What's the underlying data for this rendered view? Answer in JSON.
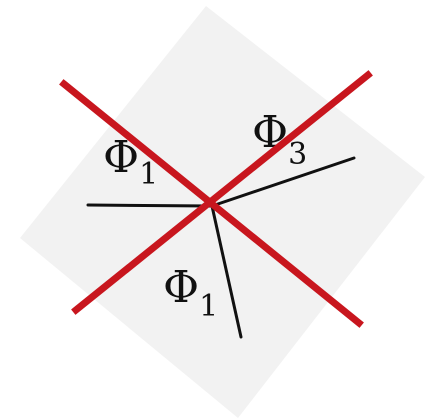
{
  "diagram": {
    "labels": [
      {
        "symbol": "Φ",
        "subscript": "1"
      },
      {
        "symbol": "Φ",
        "subscript": "3"
      },
      {
        "symbol": "Φ",
        "subscript": "1"
      }
    ],
    "colors": {
      "paper": "#f2f2f2",
      "lines": "#111111",
      "cross": "#c8161e"
    }
  }
}
